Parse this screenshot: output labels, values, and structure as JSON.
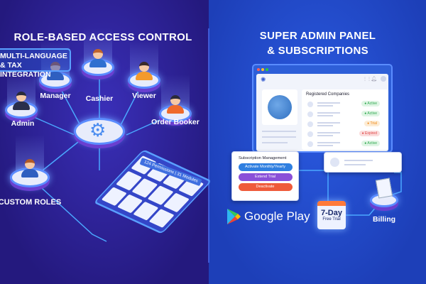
{
  "left": {
    "title": "ROLE-BASED ACCESS CONTROL",
    "badge": "MULTI-LANGUAGE\n& TAX INTEGRATION",
    "badge_line1": "MULTI-LANGUAGE",
    "badge_line2": "& TAX INTEGRATION",
    "roles": [
      "Cashier",
      "Manager",
      "Viewer",
      "Admin",
      "Order Booker"
    ],
    "custom_roles": "CUSTOM ROLES",
    "center_icon": "gear-icon",
    "permissions_badge": "124 Permissions | 31 Modules"
  },
  "right": {
    "title_line1": "SUPER ADMIN PANEL",
    "title_line2": "& SUBSCRIPTIONS",
    "panel": {
      "heading": "Registered Companies",
      "statuses": [
        "Active",
        "Active",
        "Trial",
        "Expired",
        "Active"
      ]
    },
    "subscription": {
      "heading": "Subscription Management",
      "buttons": [
        "Activate Monthly/Yearly",
        "Extend Trial",
        "Deactivate"
      ]
    },
    "store": "Google Play",
    "trial": {
      "line1": "7-Day",
      "line2": "Free Trial"
    },
    "billing": "Billing"
  },
  "colors": {
    "active": "#2fa84f",
    "trial": "#f08a1c",
    "expired": "#e04848",
    "activate": "#2f7fe0",
    "extend": "#8a4fd8",
    "deactivate": "#ef5a3a"
  }
}
